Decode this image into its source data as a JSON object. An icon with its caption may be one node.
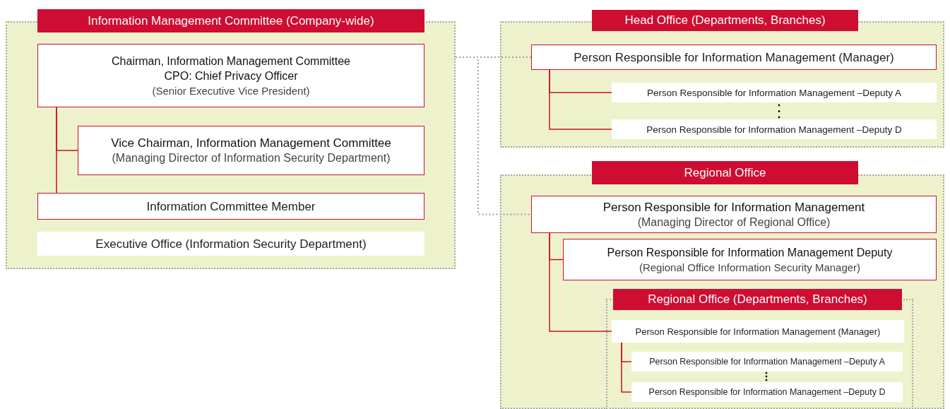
{
  "diagram": {
    "nodes": [
      {
        "text": [
          "Information Management Committee (Company-wide)"
        ]
      },
      {
        "text": [
          "Chairman, Information Management Committee CPO: Chief Privacy Officer",
          "(Senior Executive Vice President)"
        ],
        "in": 0
      },
      {
        "text": [
          "Vice Chairman, Information Management Committee",
          "(Managing Director of Information Security Department)"
        ],
        "in": 0
      },
      {
        "text": [
          "Information Committee Member"
        ],
        "in": 0
      },
      {
        "text": [
          "Executive Office (Information Security Department)"
        ],
        "in": 0
      },
      {
        "text": [
          "Head Office (Departments, Branches)"
        ]
      },
      {
        "text": [
          "Person Responsible for Information Management (Manager)"
        ],
        "in": 5
      },
      {
        "text": [
          "Person Responsible for Information Management –Deputy A"
        ],
        "in": 5
      },
      {
        "text": [
          "Person Responsible for Information Management –Deputy D"
        ],
        "in": 5
      },
      {
        "text": [
          "Regional Office"
        ]
      },
      {
        "text": [
          "Person Responsible for Information Management",
          "(Managing Director of Regional Office)"
        ],
        "in": 9
      },
      {
        "text": [
          "Person Responsible for Information Management Deputy",
          "(Regional Office Information Security Manager)"
        ],
        "in": 9
      },
      {
        "text": [
          "Regional Office (Departments, Branches)"
        ],
        "in": 9
      },
      {
        "text": [
          "Person Responsible for Information Management (Manager)"
        ],
        "in": 12
      },
      {
        "text": [
          "Person Responsible for Information Management –Deputy A"
        ],
        "in": 12
      },
      {
        "text": [
          "Person Responsible for Information Management –Deputy D"
        ],
        "in": 12
      }
    ],
    "edges": [
      {
        "from": 1,
        "to": 2,
        "arrow": "none"
      },
      {
        "from": 1,
        "to": 3,
        "arrow": "none"
      },
      {
        "from": 6,
        "to": 7,
        "arrow": "none"
      },
      {
        "from": 6,
        "to": 8,
        "arrow": "none"
      },
      {
        "from": 10,
        "to": 11,
        "arrow": "none"
      },
      {
        "from": 10,
        "to": 13,
        "arrow": "none"
      },
      {
        "from": 13,
        "to": 14,
        "arrow": "none"
      },
      {
        "from": 13,
        "to": 15,
        "arrow": "none"
      },
      {
        "from": 0,
        "to": 6,
        "arrow": "none",
        "style": "dashed",
        "color": "#a0a0a0"
      },
      {
        "from": 0,
        "to": 10,
        "arrow": "none",
        "style": "dashed",
        "color": "#a0a0a0"
      }
    ]
  }
}
